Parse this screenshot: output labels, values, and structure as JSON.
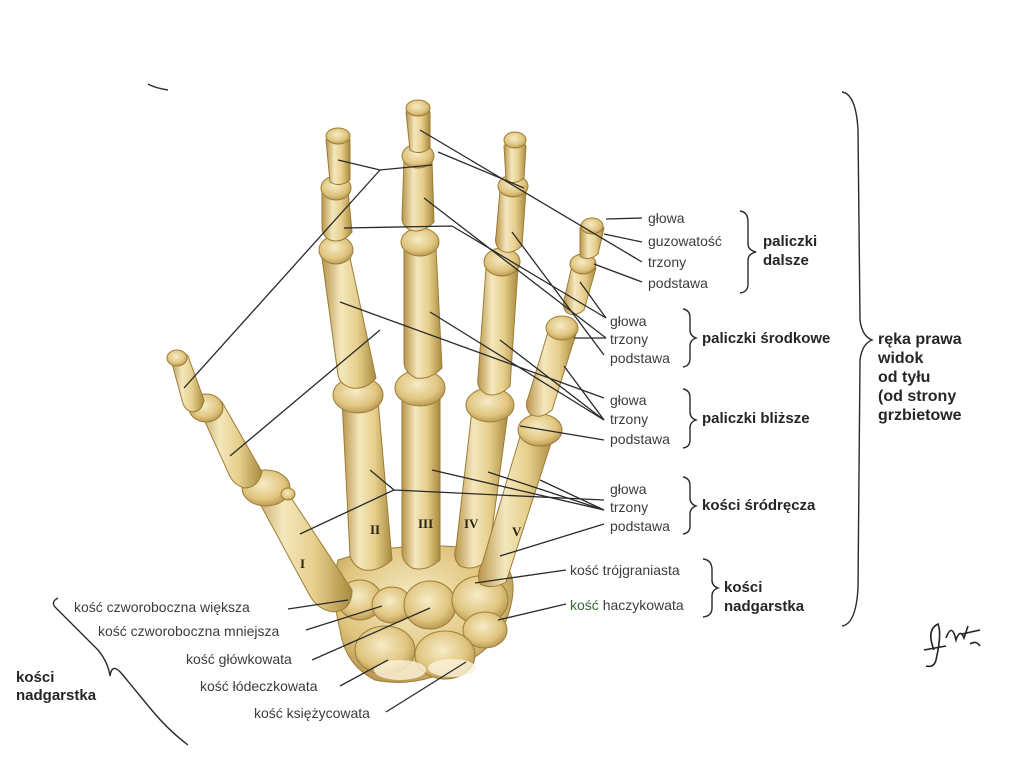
{
  "fingers": {
    "distal": {
      "group": [
        "paliczki",
        "dalsze"
      ],
      "labels": [
        "głowa",
        "guzowatość",
        "trzony",
        "podstawa"
      ]
    },
    "middle": {
      "group": "paliczki środkowe",
      "labels": [
        "głowa",
        "trzony",
        "podstawa"
      ]
    },
    "proximal": {
      "group": "paliczki bliższe",
      "labels": [
        "głowa",
        "trzony",
        "podstawa"
      ]
    },
    "metacarpal": {
      "group": "kości śródręcza",
      "labels": [
        "głowa",
        "trzony",
        "podstawa"
      ]
    }
  },
  "carpal_right": {
    "group": [
      "kości",
      "nadgarstka"
    ],
    "triquetrum_label": "kość trójgraniasta",
    "hamate_word1": "kość",
    "hamate_word2": "haczykowata"
  },
  "carpal_left": {
    "group": [
      "kości",
      "nadgarstka"
    ],
    "labels": [
      "kość czworoboczna większa",
      "kość czworoboczna mniejsza",
      "kość główkowata",
      "kość łódeczkowata",
      "kość księżycowata"
    ]
  },
  "hand_title": [
    "ręka prawa",
    "widok",
    "od tyłu",
    "(od strony",
    "grzbietowe"
  ],
  "roman_numerals": [
    "I",
    "II",
    "III",
    "IV",
    "V"
  ],
  "colors": {
    "bone_light": "#f3e6b8",
    "bone_mid": "#dfc27a",
    "bone_dark": "#a7853c",
    "line": "#2a2a2a",
    "hamate_word_accent": "#2f6b2f"
  }
}
